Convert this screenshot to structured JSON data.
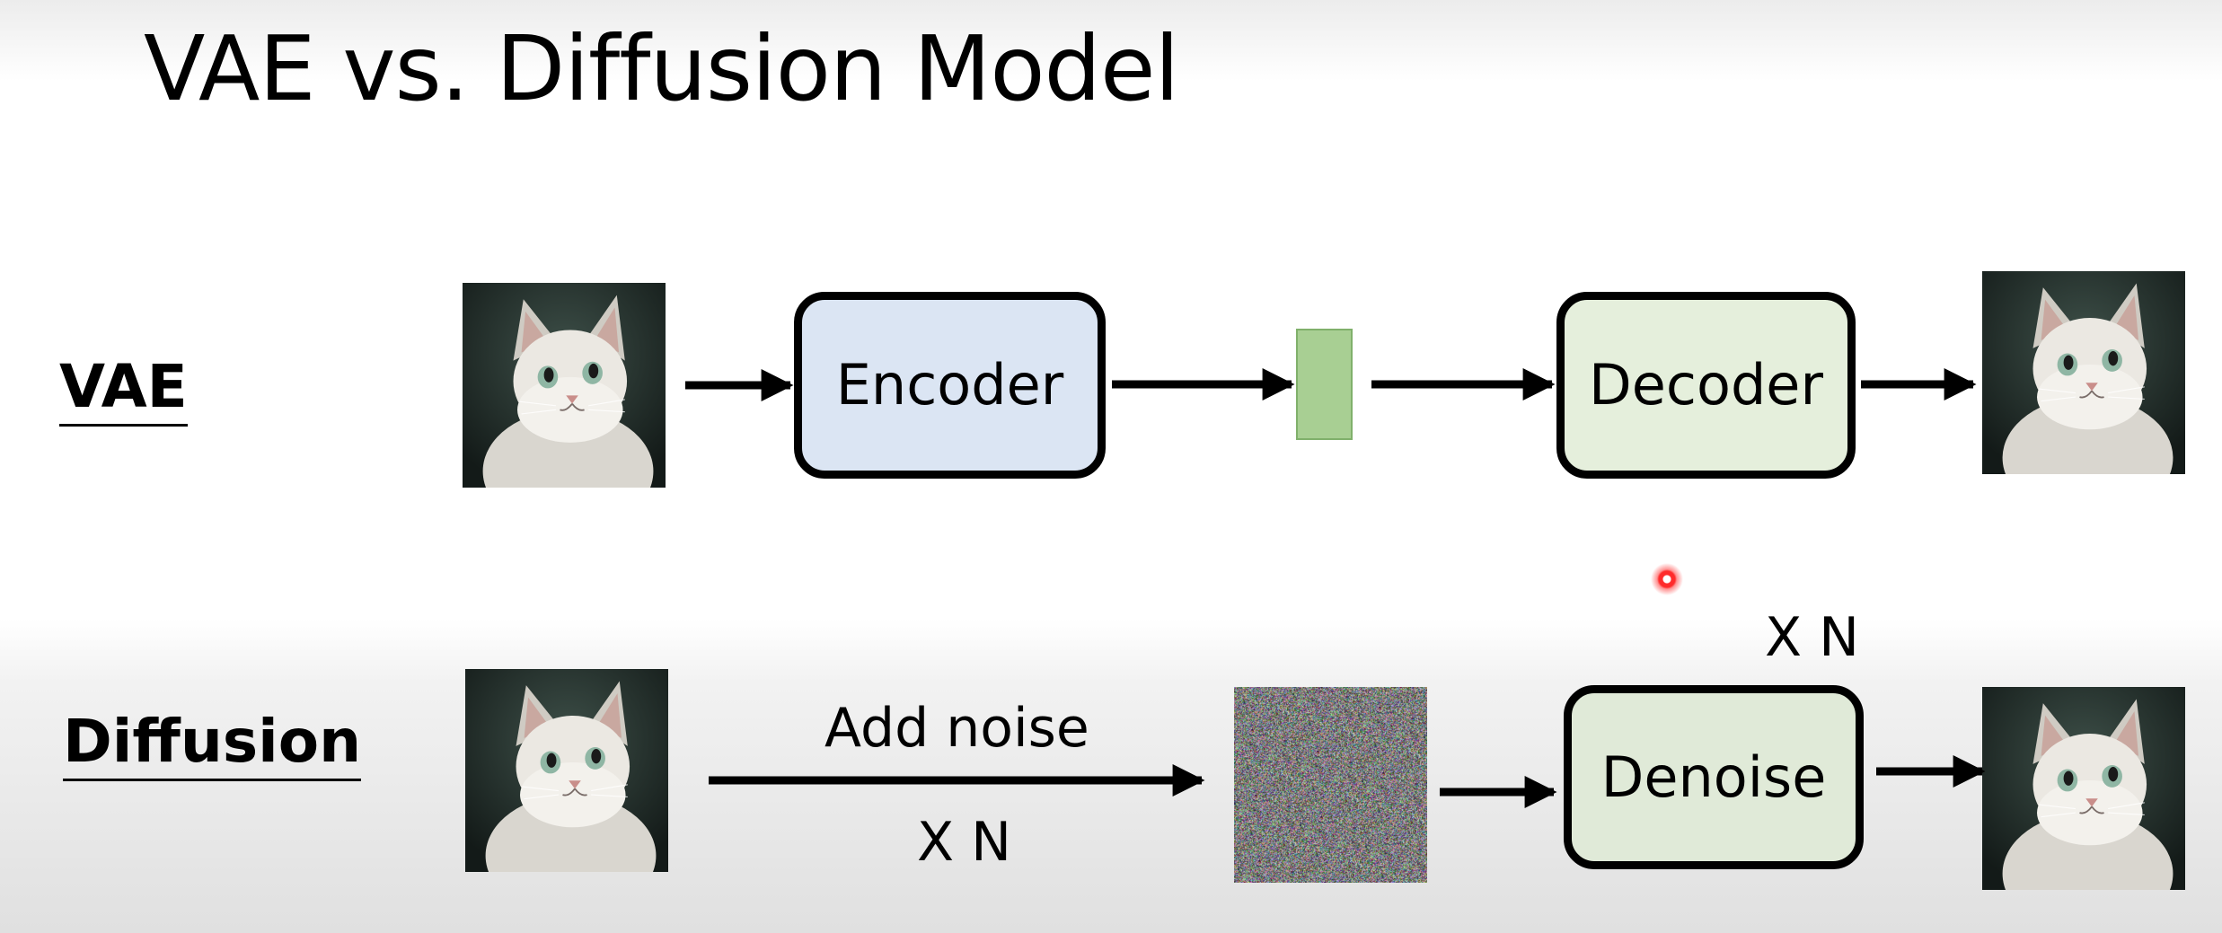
{
  "title": "VAE vs. Diffusion Model",
  "rows": {
    "vae": {
      "label": "VAE",
      "encoder": "Encoder",
      "decoder": "Decoder"
    },
    "diffusion": {
      "label": "Diffusion",
      "add_noise": "Add noise",
      "noise_repeat": "X N",
      "denoise": "Denoise",
      "denoise_repeat": "X N"
    }
  },
  "colors": {
    "encoder_fill": "#dbe5f3",
    "decoder_fill": "#e5efdc",
    "denoise_fill": "#e0ead8",
    "latent_fill": "#a8cf93",
    "cursor": "#ff2b2b"
  },
  "icons": {
    "input_image": "cat-photo-icon",
    "output_image": "cat-photo-icon",
    "noise_image": "noise-image-icon",
    "pointer": "laser-pointer-icon"
  }
}
